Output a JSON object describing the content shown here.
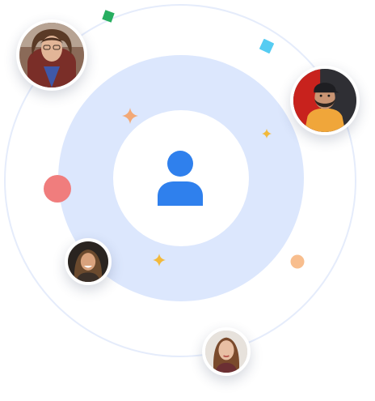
{
  "colors": {
    "orbit_ring": "#e5ecfb",
    "halo": "#dce7fd",
    "core": "#ffffff",
    "user_icon": "#2f80ed",
    "green_square": "#27ae60",
    "cyan_square": "#56ccf2",
    "red_dot": "#f07d7d",
    "orange_dot": "#f8be8e",
    "sparkle_orange": "#f2a876",
    "sparkle_yellow": "#f2b93b"
  },
  "icons": {
    "center": "user-icon",
    "sparkles": "sparkle-icon"
  },
  "avatars": [
    {
      "name": "avatar-top-left"
    },
    {
      "name": "avatar-right"
    },
    {
      "name": "avatar-left"
    },
    {
      "name": "avatar-bottom"
    }
  ]
}
